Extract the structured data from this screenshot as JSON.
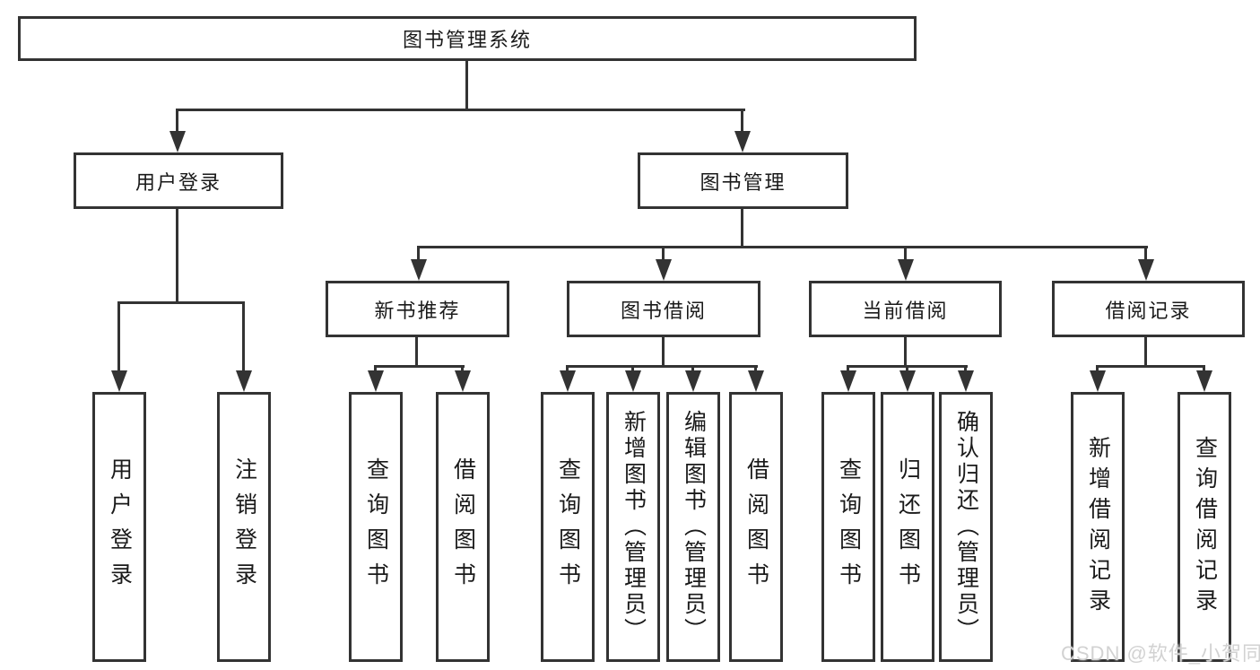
{
  "tree": {
    "root": "图书管理系统",
    "branches": [
      {
        "label": "用户登录",
        "children": [
          "用户登录",
          "注销登录"
        ]
      },
      {
        "label": "图书管理",
        "sections": [
          {
            "label": "新书推荐",
            "children": [
              "查询图书",
              "借阅图书"
            ]
          },
          {
            "label": "图书借阅",
            "children": [
              "查询图书",
              "新增图书（管理员）",
              "编辑图书（管理员）",
              "借阅图书"
            ]
          },
          {
            "label": "当前借阅",
            "children": [
              "查询图书",
              "归还图书",
              "确认归还（管理员）"
            ]
          },
          {
            "label": "借阅记录",
            "children": [
              "新增借阅记录",
              "查询借阅记录"
            ]
          }
        ]
      }
    ]
  },
  "watermark": {
    "text": "CSDN @软件_小贺同学"
  },
  "colors": {
    "line": "#333333",
    "text": "#1a1a1a",
    "background": "#ffffff",
    "watermark": "#d2d2d2"
  }
}
